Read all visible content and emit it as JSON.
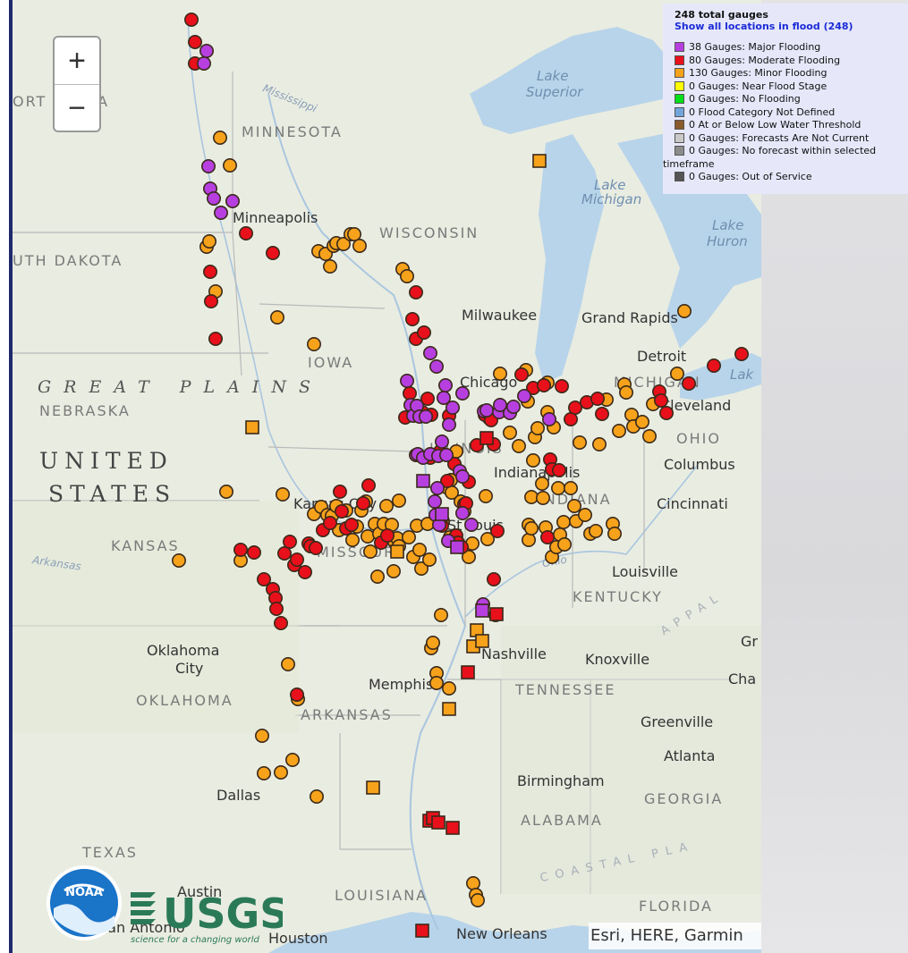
{
  "legend": {
    "total": "248 total gauges",
    "show_all": "Show all locations in flood (248)",
    "items": [
      {
        "label": "38 Gauges: Major Flooding",
        "color": "#b73fe0"
      },
      {
        "label": "80 Gauges: Moderate Flooding",
        "color": "#e8101a"
      },
      {
        "label": "130 Gauges: Minor Flooding",
        "color": "#f7a21b"
      },
      {
        "label": "0 Gauges: Near Flood Stage",
        "color": "#ffff00"
      },
      {
        "label": "0 Gauges: No Flooding",
        "color": "#00e01a"
      },
      {
        "label": "0 Flood Category Not Defined",
        "color": "#72a6db"
      },
      {
        "label": "0 At or Below Low Water Threshold",
        "color": "#8b5a2b"
      },
      {
        "label": "0 Gauges: Forecasts Are Not Current",
        "color": "#c9c9c9"
      },
      {
        "label_line1": "0 Gauges: No forecast within selected",
        "label_line2": "timeframe",
        "color": "#8c8c8c"
      },
      {
        "label": "0 Gauges: Out of Service",
        "color": "#555555"
      }
    ]
  },
  "zoom": {
    "in": "+",
    "out": "−"
  },
  "attribution": "Esri, HERE, Garmin",
  "logos": {
    "noaa": "NOAA",
    "usgs": "USGS",
    "usgs_tagline": "science for a changing world"
  },
  "labels": {
    "lake_superior_1": "Lake",
    "lake_superior_2": "Superior",
    "lake_michigan_1": "Lake",
    "lake_michigan_2": "Michigan",
    "lake_huron_1": "Lake",
    "lake_huron_2": "Huron",
    "lake_erie": "Lak",
    "mississippi": "Mississippi",
    "arkansas_river": "Arkansas",
    "ohio_river": "Ohio",
    "north_dakota": "ORT   AKOTA",
    "minnesota": "MINNESOTA",
    "south_dakota": "UTH DAKOTA",
    "wisconsin": "WISCONSIN",
    "iowa": "IOWA",
    "great_plains": "GREAT PLAINS",
    "nebraska": "NEBRASKA",
    "united": "UNITED",
    "states": "STATES",
    "kansas": "KANSAS",
    "missouri": "MISSOURI",
    "illinois": "ILLINOIS",
    "indiana": "INDIANA",
    "ohio": "OHIO",
    "michigan": "MICHIGAN",
    "kentucky": "KENTUCKY",
    "tennessee": "TENNESSEE",
    "oklahoma": "OKLAHOMA",
    "arkansas": "ARKANSAS",
    "alabama": "ALABAMA",
    "georgia": "GEORGIA",
    "texas": "TEXAS",
    "louisiana": "LOUISIANA",
    "florida": "FLORIDA",
    "coastal": "COASTAL PLA",
    "appal": "APPAL",
    "minneapolis": "Minneapolis",
    "milwaukee": "Milwaukee",
    "grand_rapids": "Grand Rapids",
    "detroit": "Detroit",
    "chicago": "Chicago",
    "cleveland": "Cleveland",
    "columbus": "Columbus",
    "indianapolis": "Indianapolis",
    "cincinnati": "Cincinnati",
    "kansas_city": "Kansas City",
    "st_louis": "St Louis",
    "louisville": "Louisville",
    "nashville": "Nashville",
    "knoxville": "Knoxville",
    "oklahoma_city_1": "Oklahoma",
    "oklahoma_city_2": "City",
    "memphis": "Memphis",
    "greenville": "Greenville",
    "atlanta": "Atlanta",
    "birmingham": "Birmingham",
    "dallas": "Dallas",
    "austin": "Austin",
    "san_antonio": "San Antonio",
    "houston": "Houston",
    "new_orleans": "New Orleans",
    "gr": "Gr",
    "cha": "Cha"
  },
  "gauges": {
    "major": [
      [
        214,
        71
      ],
      [
        217,
        57
      ],
      [
        219,
        186
      ],
      [
        221,
        211
      ],
      [
        225,
        222
      ],
      [
        233,
        238
      ],
      [
        246,
        225
      ],
      [
        441,
        426
      ],
      [
        445,
        453
      ],
      [
        448,
        465
      ],
      [
        451,
        509
      ],
      [
        452,
        454
      ],
      [
        453,
        508
      ],
      [
        455,
        466
      ],
      [
        459,
        512
      ],
      [
        462,
        466
      ],
      [
        467,
        508
      ],
      [
        467,
        395
      ],
      [
        472,
        561
      ],
      [
        473,
        576
      ],
      [
        474,
        410
      ],
      [
        475,
        546
      ],
      [
        476,
        510
      ],
      [
        477,
        587
      ],
      [
        480,
        494
      ],
      [
        482,
        445
      ],
      [
        484,
        431
      ],
      [
        485,
        509
      ],
      [
        487,
        605
      ],
      [
        488,
        475
      ],
      [
        492,
        456
      ],
      [
        500,
        527
      ],
      [
        503,
        440
      ],
      [
        503,
        533
      ],
      [
        503,
        574
      ],
      [
        513,
        587
      ],
      [
        526,
        676
      ],
      [
        527,
        460
      ],
      [
        530,
        459
      ],
      [
        544,
        461
      ],
      [
        545,
        453
      ],
      [
        556,
        462
      ],
      [
        560,
        455
      ],
      [
        572,
        443
      ],
      [
        600,
        469
      ]
    ],
    "moderate": [
      [
        200,
        22
      ],
      [
        204,
        47
      ],
      [
        204,
        71
      ],
      [
        221,
        304
      ],
      [
        222,
        337
      ],
      [
        227,
        379
      ],
      [
        255,
        615
      ],
      [
        261,
        261
      ],
      [
        270,
        618
      ],
      [
        281,
        648
      ],
      [
        291,
        283
      ],
      [
        291,
        659
      ],
      [
        294,
        669
      ],
      [
        295,
        681
      ],
      [
        300,
        697
      ],
      [
        304,
        619
      ],
      [
        310,
        606
      ],
      [
        315,
        632
      ],
      [
        318,
        626
      ],
      [
        318,
        777
      ],
      [
        327,
        640
      ],
      [
        331,
        608
      ],
      [
        333,
        611
      ],
      [
        339,
        613
      ],
      [
        347,
        593
      ],
      [
        355,
        585
      ],
      [
        366,
        550
      ],
      [
        368,
        572
      ],
      [
        373,
        591
      ],
      [
        379,
        587
      ],
      [
        392,
        563
      ],
      [
        398,
        543
      ],
      [
        412,
        607
      ],
      [
        419,
        599
      ],
      [
        439,
        467
      ],
      [
        444,
        440
      ],
      [
        447,
        357
      ],
      [
        451,
        327
      ],
      [
        451,
        379
      ],
      [
        458,
        461
      ],
      [
        460,
        372
      ],
      [
        464,
        446
      ],
      [
        467,
        512
      ],
      [
        468,
        464
      ],
      [
        478,
        505
      ],
      [
        480,
        588
      ],
      [
        486,
        538
      ],
      [
        488,
        465
      ],
      [
        494,
        519
      ],
      [
        496,
        599
      ],
      [
        498,
        607
      ],
      [
        502,
        612
      ],
      [
        505,
        564
      ],
      [
        507,
        563
      ],
      [
        510,
        539
      ],
      [
        519,
        498
      ],
      [
        528,
        464
      ],
      [
        535,
        470
      ],
      [
        538,
        497
      ],
      [
        538,
        648
      ],
      [
        540,
        688
      ],
      [
        542,
        594
      ],
      [
        569,
        419
      ],
      [
        582,
        434
      ],
      [
        594,
        431
      ],
      [
        598,
        601
      ],
      [
        601,
        514
      ],
      [
        603,
        525
      ],
      [
        611,
        526
      ],
      [
        614,
        432
      ],
      [
        624,
        469
      ],
      [
        629,
        456
      ],
      [
        642,
        450
      ],
      [
        654,
        446
      ],
      [
        659,
        463
      ],
      [
        723,
        438
      ],
      [
        725,
        448
      ],
      [
        731,
        462
      ],
      [
        756,
        429
      ],
      [
        784,
        409
      ],
      [
        815,
        396
      ]
    ],
    "minor": [
      [
        186,
        627
      ],
      [
        217,
        276
      ],
      [
        220,
        270
      ],
      [
        227,
        326
      ],
      [
        232,
        154
      ],
      [
        239,
        550
      ],
      [
        243,
        185
      ],
      [
        255,
        627
      ],
      [
        279,
        823
      ],
      [
        281,
        865
      ],
      [
        296,
        355
      ],
      [
        300,
        864
      ],
      [
        302,
        553
      ],
      [
        308,
        743
      ],
      [
        313,
        850
      ],
      [
        319,
        782
      ],
      [
        337,
        385
      ],
      [
        337,
        575
      ],
      [
        340,
        891
      ],
      [
        342,
        281
      ],
      [
        345,
        567
      ],
      [
        350,
        284
      ],
      [
        352,
        576
      ],
      [
        355,
        298
      ],
      [
        357,
        577
      ],
      [
        359,
        275
      ],
      [
        362,
        272
      ],
      [
        362,
        566
      ],
      [
        365,
        593
      ],
      [
        370,
        273
      ],
      [
        373,
        571
      ],
      [
        378,
        262
      ],
      [
        380,
        604
      ],
      [
        382,
        262
      ],
      [
        385,
        589
      ],
      [
        388,
        275
      ],
      [
        390,
        571
      ],
      [
        395,
        561
      ],
      [
        397,
        600
      ],
      [
        400,
        617
      ],
      [
        405,
        586
      ],
      [
        408,
        645
      ],
      [
        410,
        597
      ],
      [
        415,
        586
      ],
      [
        418,
        566
      ],
      [
        424,
        587
      ],
      [
        426,
        639
      ],
      [
        427,
        606
      ],
      [
        430,
        602
      ],
      [
        432,
        611
      ],
      [
        432,
        560
      ],
      [
        436,
        301
      ],
      [
        441,
        309
      ],
      [
        443,
        601
      ],
      [
        448,
        623
      ],
      [
        452,
        588
      ],
      [
        455,
        615
      ],
      [
        457,
        636
      ],
      [
        464,
        586
      ],
      [
        466,
        626
      ],
      [
        468,
        725
      ],
      [
        470,
        719
      ],
      [
        474,
        753
      ],
      [
        474,
        764
      ],
      [
        479,
        688
      ],
      [
        481,
        583
      ],
      [
        485,
        545
      ],
      [
        488,
        770
      ],
      [
        489,
        601
      ],
      [
        490,
        537
      ],
      [
        491,
        551
      ],
      [
        496,
        505
      ],
      [
        501,
        561
      ],
      [
        505,
        572
      ],
      [
        510,
        623
      ],
      [
        514,
        608
      ],
      [
        515,
        988
      ],
      [
        518,
        1001
      ],
      [
        520,
        1007
      ],
      [
        529,
        555
      ],
      [
        531,
        603
      ],
      [
        533,
        468
      ],
      [
        545,
        418
      ],
      [
        556,
        484
      ],
      [
        566,
        499
      ],
      [
        574,
        414
      ],
      [
        576,
        449
      ],
      [
        577,
        587
      ],
      [
        577,
        604
      ],
      [
        580,
        556
      ],
      [
        580,
        591
      ],
      [
        582,
        515
      ],
      [
        584,
        489
      ],
      [
        587,
        479
      ],
      [
        592,
        541
      ],
      [
        593,
        557
      ],
      [
        596,
        590
      ],
      [
        598,
        428
      ],
      [
        598,
        461
      ],
      [
        603,
        623
      ],
      [
        605,
        478
      ],
      [
        608,
        612
      ],
      [
        610,
        546
      ],
      [
        612,
        598
      ],
      [
        616,
        584
      ],
      [
        617,
        609
      ],
      [
        624,
        546
      ],
      [
        628,
        566
      ],
      [
        630,
        583
      ],
      [
        634,
        495
      ],
      [
        640,
        576
      ],
      [
        646,
        597
      ],
      [
        652,
        594
      ],
      [
        656,
        497
      ],
      [
        664,
        447
      ],
      [
        671,
        586
      ],
      [
        673,
        597
      ],
      [
        678,
        482
      ],
      [
        684,
        430
      ],
      [
        686,
        439
      ],
      [
        692,
        464
      ],
      [
        694,
        477
      ],
      [
        704,
        472
      ],
      [
        712,
        488
      ],
      [
        716,
        452
      ],
      [
        743,
        418
      ],
      [
        751,
        348
      ]
    ],
    "major_sq": [
      [
        459,
        538
      ],
      [
        480,
        575
      ],
      [
        497,
        612
      ],
      [
        525,
        683
      ]
    ],
    "moderate_sq": [
      [
        458,
        1041
      ],
      [
        466,
        918
      ],
      [
        470,
        915
      ],
      [
        476,
        920
      ],
      [
        492,
        926
      ],
      [
        509,
        752
      ],
      [
        530,
        490
      ],
      [
        541,
        687
      ]
    ],
    "minor_sq": [
      [
        268,
        478
      ],
      [
        403,
        881
      ],
      [
        430,
        617
      ],
      [
        488,
        793
      ],
      [
        515,
        723
      ],
      [
        519,
        705
      ],
      [
        525,
        717
      ],
      [
        589,
        180
      ]
    ]
  }
}
